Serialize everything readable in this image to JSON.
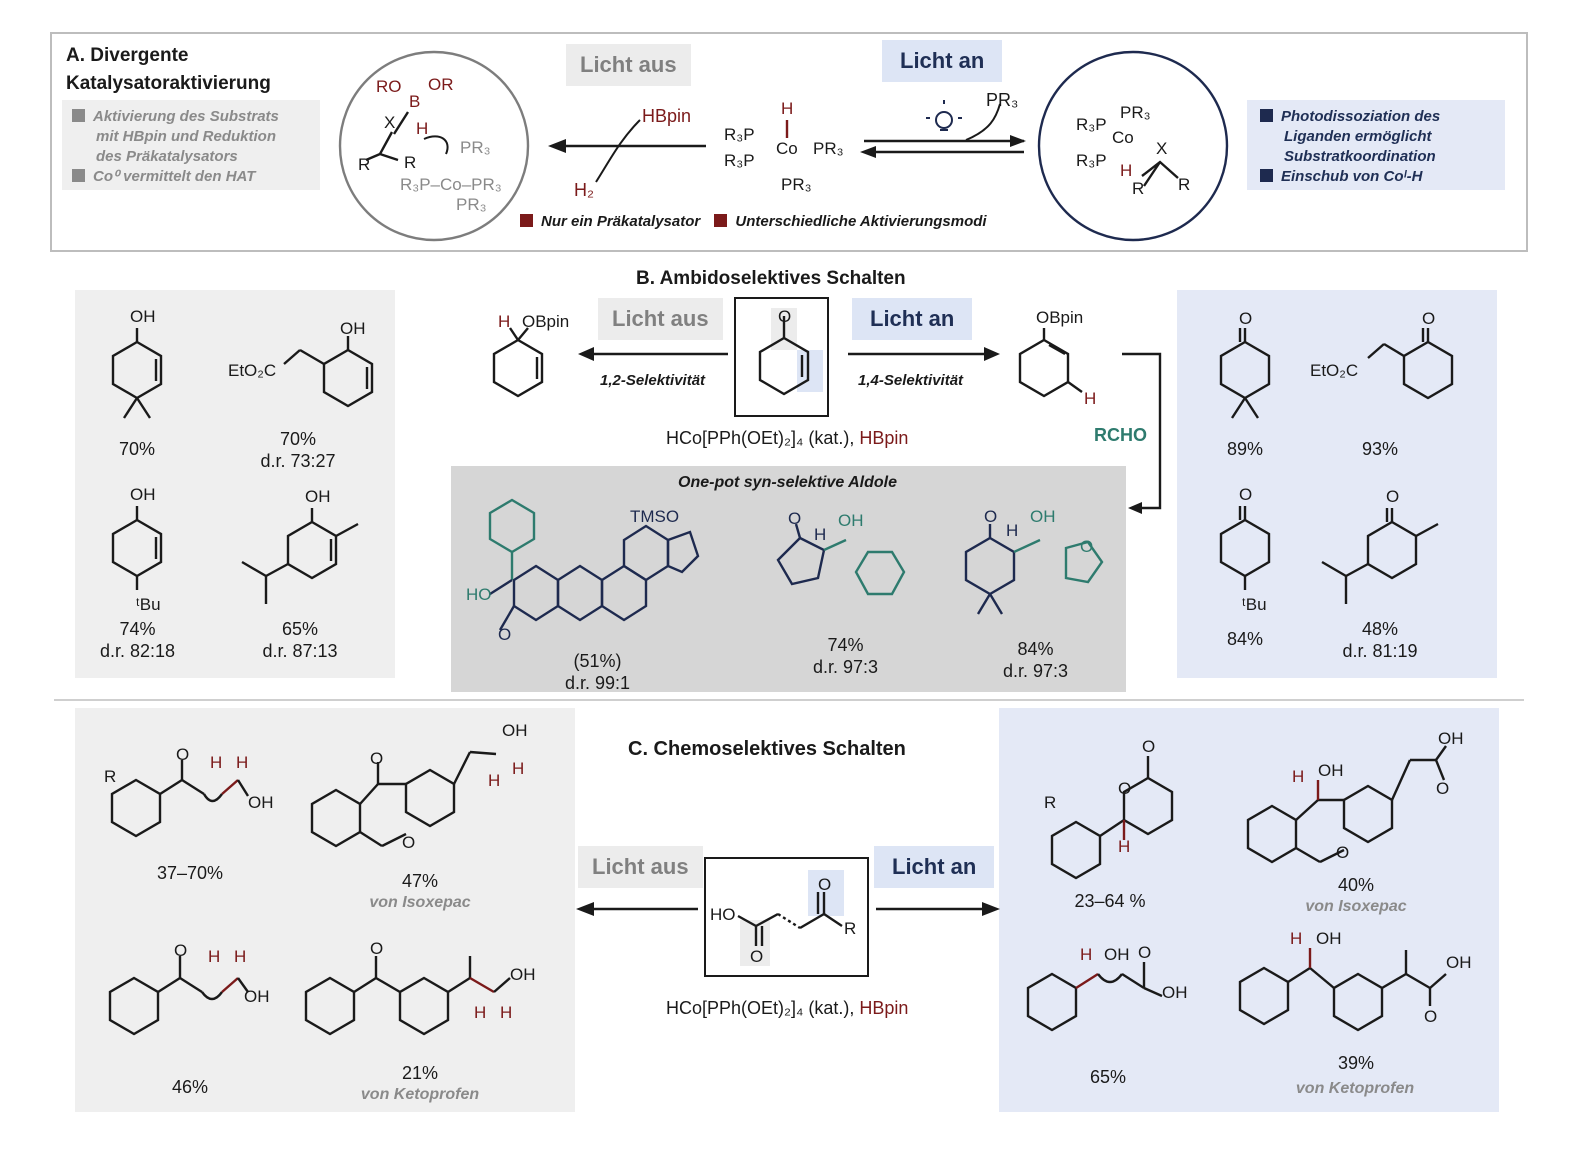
{
  "sectionA": {
    "title_line1": "A. Divergente",
    "title_line2": "Katalysatoraktivierung",
    "left_notes": [
      "Aktivierung des Substrats",
      "mit HBpin und Reduktion",
      "des Präkatalysators",
      "Co⁰ vermittelt den HAT"
    ],
    "right_notes": [
      "Photodissoziation des",
      "Liganden ermöglicht",
      "Substratkoordination",
      "Einschub von Coᴵ-H"
    ],
    "tag_off": "Licht aus",
    "tag_on": "Licht an",
    "reagent_left": "HBpin",
    "byproduct_left": "H₂",
    "ligand_right": "PR₃",
    "bottom_note_1": "Nur ein Präkatalysator",
    "bottom_note_2": "Unterschiedliche Aktivierungsmodi",
    "center_complex": {
      "h": "H",
      "l1": "R₃P",
      "co": "Co",
      "l2": "PR₃",
      "l3": "R₃P",
      "l4": "PR₃"
    },
    "left_circle": {
      "ro1": "RO",
      "b": "B",
      "or": "OR",
      "x": "X",
      "h": "H",
      "r1": "R",
      "r2": "R",
      "pr3a": "PR₃",
      "co": "R₃P–Co–PR₃",
      "pr3b": "PR₃"
    },
    "right_circle": {
      "pr3": "PR₃",
      "r3p1": "R₃P",
      "co": "Co",
      "x": "X",
      "r3p2": "R₃P",
      "h": "H",
      "r1": "R",
      "r2": "R"
    }
  },
  "sectionB": {
    "title": "B. Ambidoselektives Schalten",
    "tag_off": "Licht aus",
    "tag_on": "Licht an",
    "sel_left": "1,2-Selektivität",
    "sel_right": "1,4-Selektivität",
    "conditions_black": "HCo[PPh(OEt)₂]₄ (kat.), ",
    "conditions_red": "HBpin",
    "product_left_labels": [
      "H",
      "OBpin"
    ],
    "product_right_labels": [
      "OBpin",
      "H"
    ],
    "rcho": "RCHO",
    "aldol_title": "One-pot syn-selektive Aldole",
    "left_yields": [
      {
        "y": "70%",
        "dr": ""
      },
      {
        "y": "70%",
        "dr": "d.r. 73:27"
      },
      {
        "y": "74%",
        "dr": "d.r. 82:18"
      },
      {
        "y": "65%",
        "dr": "d.r. 87:13"
      }
    ],
    "right_yields": [
      {
        "y": "89%",
        "dr": ""
      },
      {
        "y": "93%",
        "dr": ""
      },
      {
        "y": "84%",
        "dr": ""
      },
      {
        "y": "48%",
        "dr": "d.r. 81:19"
      }
    ],
    "aldol_yields": [
      {
        "y": "(51%)",
        "dr": "d.r. 99:1"
      },
      {
        "y": "74%",
        "dr": "d.r. 97:3"
      },
      {
        "y": "84%",
        "dr": "d.r. 97:3"
      }
    ],
    "labels": {
      "oh": "OH",
      "o": "O",
      "etco2c": "EtO₂C",
      "tbu": "ᵗBu",
      "tmso": "TMSO",
      "ho": "HO",
      "h": "H"
    }
  },
  "sectionC": {
    "title": "C. Chemoselektives Schalten",
    "tag_off": "Licht aus",
    "tag_on": "Licht an",
    "conditions_black": "HCo[PPh(OEt)₂]₄ (kat.), ",
    "conditions_red": "HBpin",
    "center_labels": {
      "ho": "HO",
      "o1": "O",
      "o2": "O",
      "r": "R"
    },
    "left_items": [
      {
        "y": "37–70%",
        "src": ""
      },
      {
        "y": "47%",
        "src": "von Isoxepac"
      },
      {
        "y": "46%",
        "src": ""
      },
      {
        "y": "21%",
        "src": "von Ketoprofen"
      }
    ],
    "right_items": [
      {
        "y": "23–64 %",
        "src": ""
      },
      {
        "y": "40%",
        "src": "von Isoxepac"
      },
      {
        "y": "65%",
        "src": ""
      },
      {
        "y": "39%",
        "src": "von Ketoprofen"
      }
    ],
    "labels": {
      "r": "R",
      "oh": "OH",
      "o": "O",
      "h": "H"
    }
  },
  "colors": {
    "accent_red": "#7b1a1a",
    "navy": "#1e2a4f",
    "teal": "#2e7b6e",
    "grey_panel": "#efefef",
    "blue_panel": "#e4e9f6"
  }
}
